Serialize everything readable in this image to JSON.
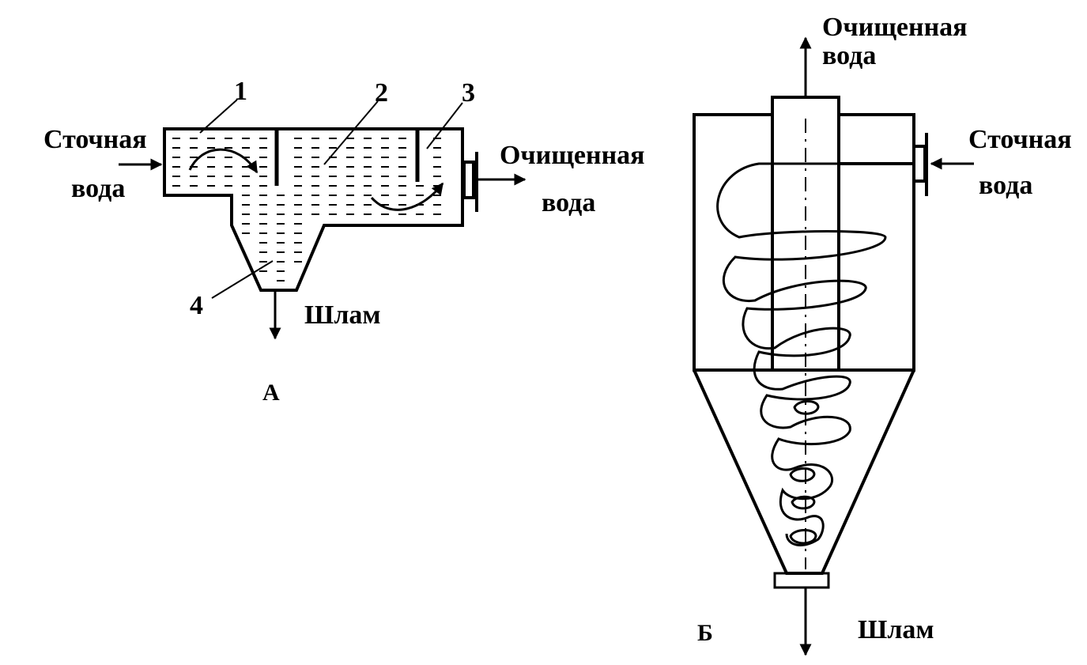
{
  "diagram_a": {
    "inlet_line1": "Сточная",
    "inlet_line2": "вода",
    "outlet_line1": "Очищенная",
    "outlet_line2": "вода",
    "sludge": "Шлам",
    "num1": "1",
    "num2": "2",
    "num3": "3",
    "num4": "4",
    "caption": "А"
  },
  "diagram_b": {
    "outlet_line1": "Очищенная",
    "outlet_line2": "вода",
    "inlet_line1": "Сточная",
    "inlet_line2": "вода",
    "sludge": "Шлам",
    "caption": "Б"
  }
}
